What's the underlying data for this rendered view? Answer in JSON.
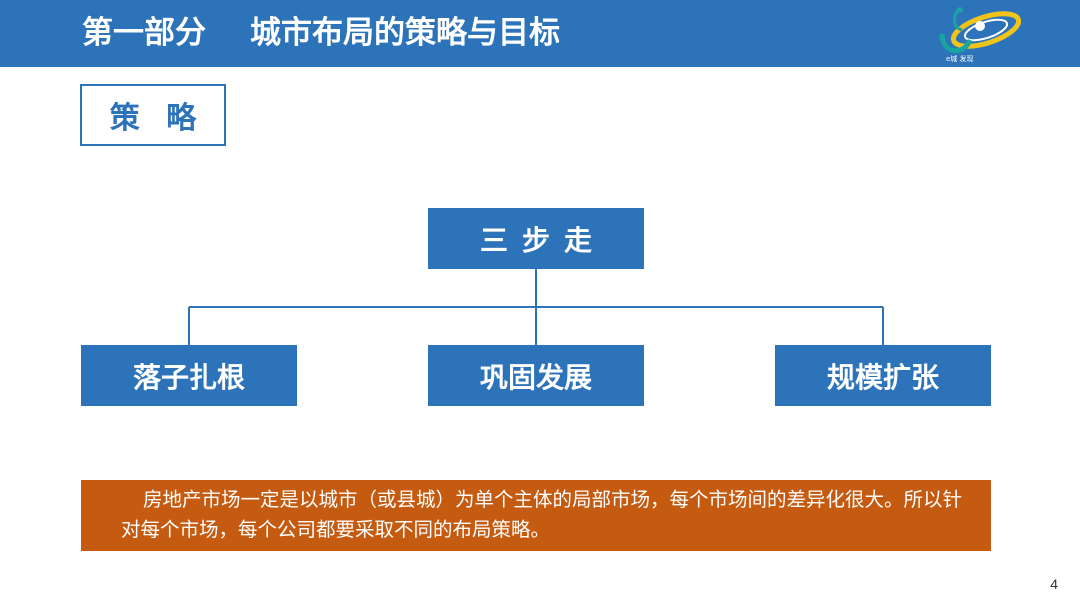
{
  "header": {
    "part_label": "第一部分",
    "title": "城市布局的策略与目标",
    "logo_text": "e城 发现"
  },
  "section_tag": "策 略",
  "diagram": {
    "root": "三步走",
    "children": [
      "落子扎根",
      "巩固发展",
      "规模扩张"
    ]
  },
  "note": "房地产市场一定是以城市（或县城）为单个主体的局部市场，每个市场间的差异化很大。所以针对每个市场，每个公司都要采取不同的布局策略。",
  "page_number": "4",
  "colors": {
    "primary_blue": "#2d73b9",
    "note_orange": "#c55a11",
    "logo_gold": "#f0c419",
    "logo_teal": "#1aa3a3"
  }
}
